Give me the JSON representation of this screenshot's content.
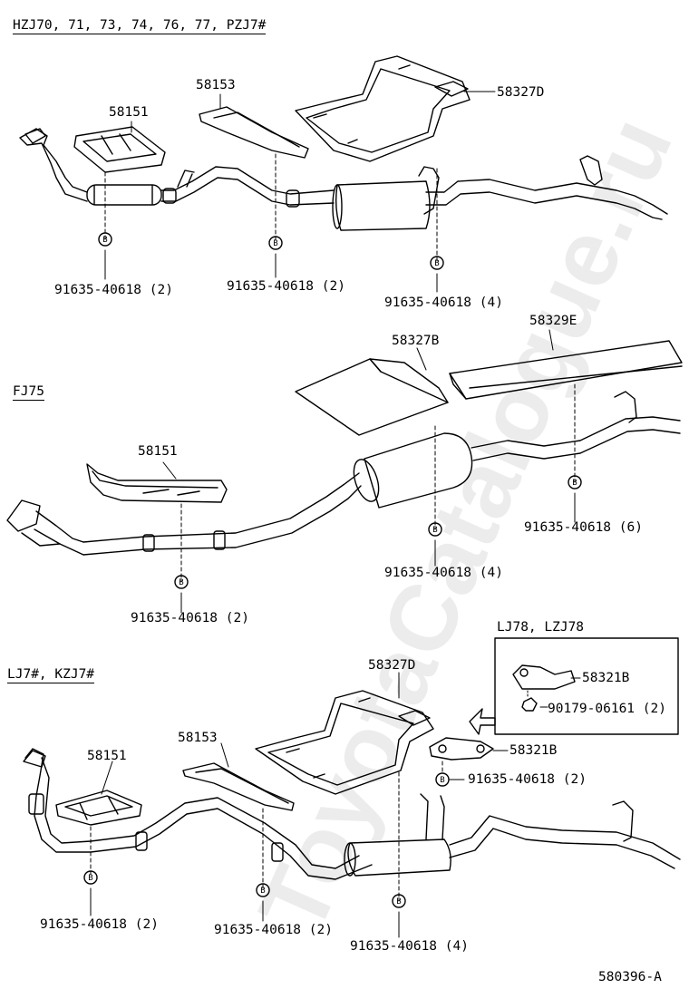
{
  "headers": {
    "group1": "HZJ70, 71, 73, 74, 76, 77, PZJ7#",
    "group2": "FJ75",
    "group3": "LJ7#, KZJ7#",
    "inset": "LJ78, LZJ78"
  },
  "bolt_symbol": "B",
  "group1": {
    "p58151": "58151",
    "p58153": "58153",
    "p58327D": "58327D",
    "bolt_a": "91635-40618 (2)",
    "bolt_b": "91635-40618 (2)",
    "bolt_c": "91635-40618 (4)"
  },
  "group2": {
    "p58327B": "58327B",
    "p58329E": "58329E",
    "p58151": "58151",
    "bolt_a": "91635-40618 (6)",
    "bolt_b": "91635-40618 (4)",
    "bolt_c": "91635-40618 (2)"
  },
  "group3": {
    "p58327D": "58327D",
    "p58153": "58153",
    "p58151": "58151",
    "p58321B_inset": "58321B",
    "nut_inset": "90179-06161 (2)",
    "p58321B": "58321B",
    "bolt_bracket": "91635-40618 (2)",
    "bolt_a": "91635-40618 (2)",
    "bolt_b": "91635-40618 (2)",
    "bolt_c": "91635-40618 (4)"
  },
  "figure_code": "580396-A",
  "watermark": "ToyotaCatalogue.ru"
}
